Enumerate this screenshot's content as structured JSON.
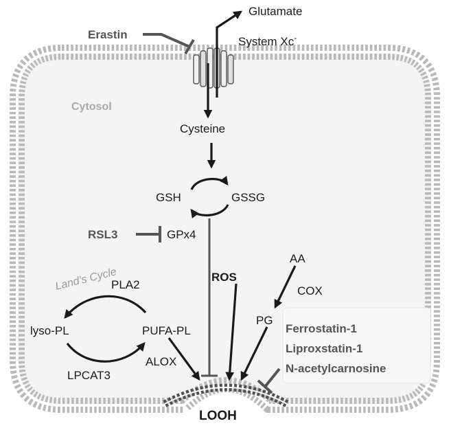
{
  "labels": {
    "glutamate": "Glutamate",
    "erastin": "Erastin",
    "system_xc": "System Xc",
    "system_xc_sup": "-",
    "cytosol": "Cytosol",
    "cysteine": "Cysteine",
    "gsh": "GSH",
    "gssg": "GSSG",
    "rsl3": "RSL3",
    "gpx4": "GPx4",
    "lands_cycle": "Land’s Cycle",
    "pla2": "PLA2",
    "lyso_pl": "lyso-PL",
    "pufa_pl": "PUFA-PL",
    "lpcat3": "LPCAT3",
    "alox": "ALOX",
    "ros": "ROS",
    "aa": "AA",
    "cox": "COX",
    "pg": "PG",
    "ferrostatin": "Ferrostatin-1",
    "liproxstatin": "Liproxstatin-1",
    "n_acetylcarnosine": "N-acetylcarnosine",
    "looh": "LOOH"
  }
}
